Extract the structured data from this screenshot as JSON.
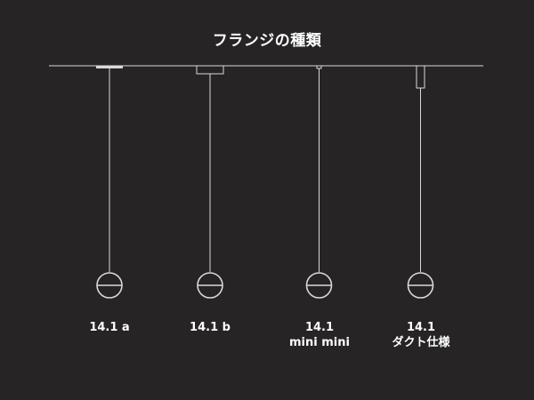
{
  "diagram": {
    "title": "フランジの種類",
    "colors": {
      "background": "#262424",
      "line": "#d9d9d9",
      "text": "#ffffff"
    },
    "variants": [
      {
        "id": "a",
        "line1": "14.1 a",
        "line2": "",
        "flange": "flat-plate"
      },
      {
        "id": "b",
        "line1": "14.1 b",
        "line2": "",
        "flange": "box"
      },
      {
        "id": "mini",
        "line1": "14.1",
        "line2": "mini mini",
        "flange": "small-stub"
      },
      {
        "id": "duct",
        "line1": "14.1",
        "line2": "ダクト仕様",
        "flange": "tall-rect"
      }
    ]
  }
}
